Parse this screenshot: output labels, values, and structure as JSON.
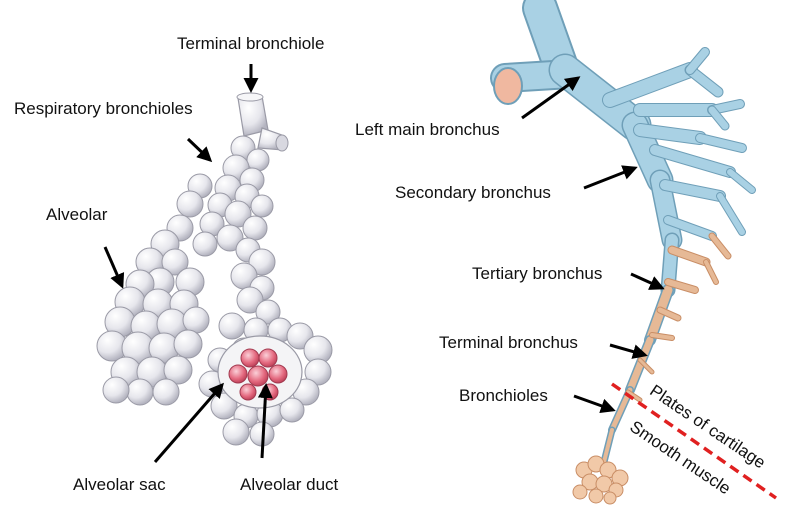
{
  "left_figure": {
    "labels": {
      "terminal_bronchiole": "Terminal bronchiole",
      "respiratory_bronchioles": "Respiratory bronchioles",
      "alveolar": "Alveolar",
      "alveolar_sac": "Alveolar sac",
      "alveolar_duct": "Alveolar duct"
    }
  },
  "right_figure": {
    "labels": {
      "left_main_bronchus": "Left main bronchus",
      "secondary_bronchus": "Secondary bronchus",
      "tertiary_bronchus": "Tertiary bronchus",
      "terminal_bronchus": "Terminal bronchus",
      "bronchioles": "Bronchioles"
    },
    "divider_labels": {
      "above": "Plates of cartilage",
      "below": "Smooth muscle"
    }
  },
  "colors": {
    "alveolus_fill": "#ececf0",
    "alveolus_stroke": "#9a9aa6",
    "alveolar_duct_pink": "#e0566e",
    "bronchus_blue": "#a9d1e4",
    "bronchus_stroke": "#6f9fb8",
    "bronchus_tan": "#e6b996",
    "divider_red": "#e02020",
    "arrow": "#000000"
  }
}
